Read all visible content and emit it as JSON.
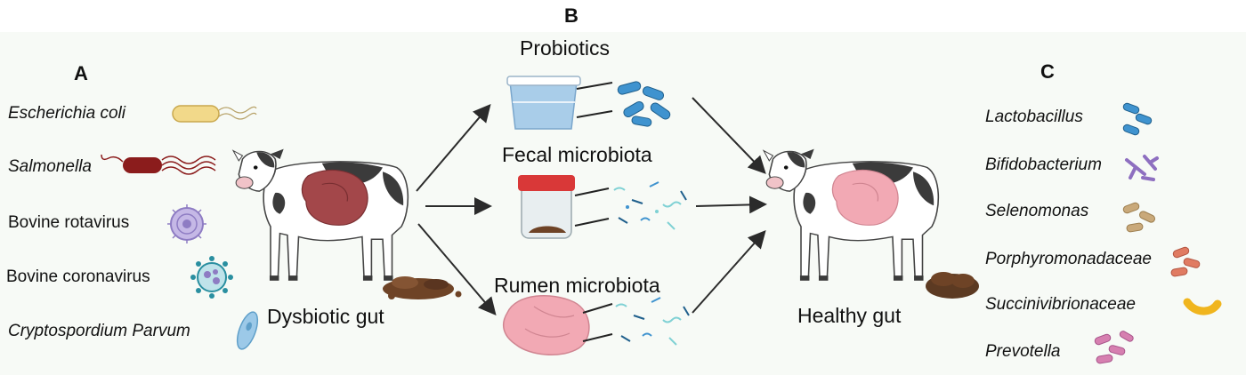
{
  "panels": {
    "a": {
      "letter": "A"
    },
    "b": {
      "letter": "B"
    },
    "c": {
      "letter": "C"
    }
  },
  "pathogens": [
    {
      "name": "Escherichia coli",
      "italic": true,
      "icon": "rod-bacterium-icon",
      "color": "#f2d98a"
    },
    {
      "name": "Salmonella",
      "italic": true,
      "icon": "flagellated-bacterium-icon",
      "color": "#8b1c1c"
    },
    {
      "name": "Bovine rotavirus",
      "italic": false,
      "icon": "rotavirus-icon",
      "color": "#8e7cc3"
    },
    {
      "name": "Bovine coronavirus",
      "italic": false,
      "icon": "coronavirus-icon",
      "color": "#2a8fa0"
    },
    {
      "name": "Cryptospordium Parvum",
      "italic": true,
      "icon": "protozoan-icon",
      "color": "#9cc9e8"
    }
  ],
  "left_state": {
    "label": "Dysbiotic gut"
  },
  "treatments": [
    {
      "name": "Probiotics",
      "icon": "yogurt-cup-icon"
    },
    {
      "name": "Fecal microbiota",
      "icon": "specimen-jar-icon"
    },
    {
      "name": "Rumen microbiota",
      "icon": "rumen-icon"
    }
  ],
  "right_state": {
    "label": "Healthy gut"
  },
  "beneficial_taxa": [
    {
      "name": "Lactobacillus",
      "icon": "blue-rods-icon",
      "color": "#3f93cf"
    },
    {
      "name": "Bifidobacterium",
      "icon": "branched-bacteria-icon",
      "color": "#8e6fc0"
    },
    {
      "name": "Selenomonas",
      "icon": "curved-rods-icon",
      "color": "#c9a97a"
    },
    {
      "name": "Porphyromonadaceae",
      "icon": "orange-rods-icon",
      "color": "#e07b62"
    },
    {
      "name": "Succinivibrionaceae",
      "icon": "curved-yellow-icon",
      "color": "#f0b51e"
    },
    {
      "name": "Prevotella",
      "icon": "pink-rods-icon",
      "color": "#d67fb0"
    }
  ],
  "colors": {
    "arrow": "#2b2b2b",
    "gut_dysbiotic": "#a3474a",
    "gut_healthy": "#f2a9b4",
    "feces": "#6e4326"
  }
}
